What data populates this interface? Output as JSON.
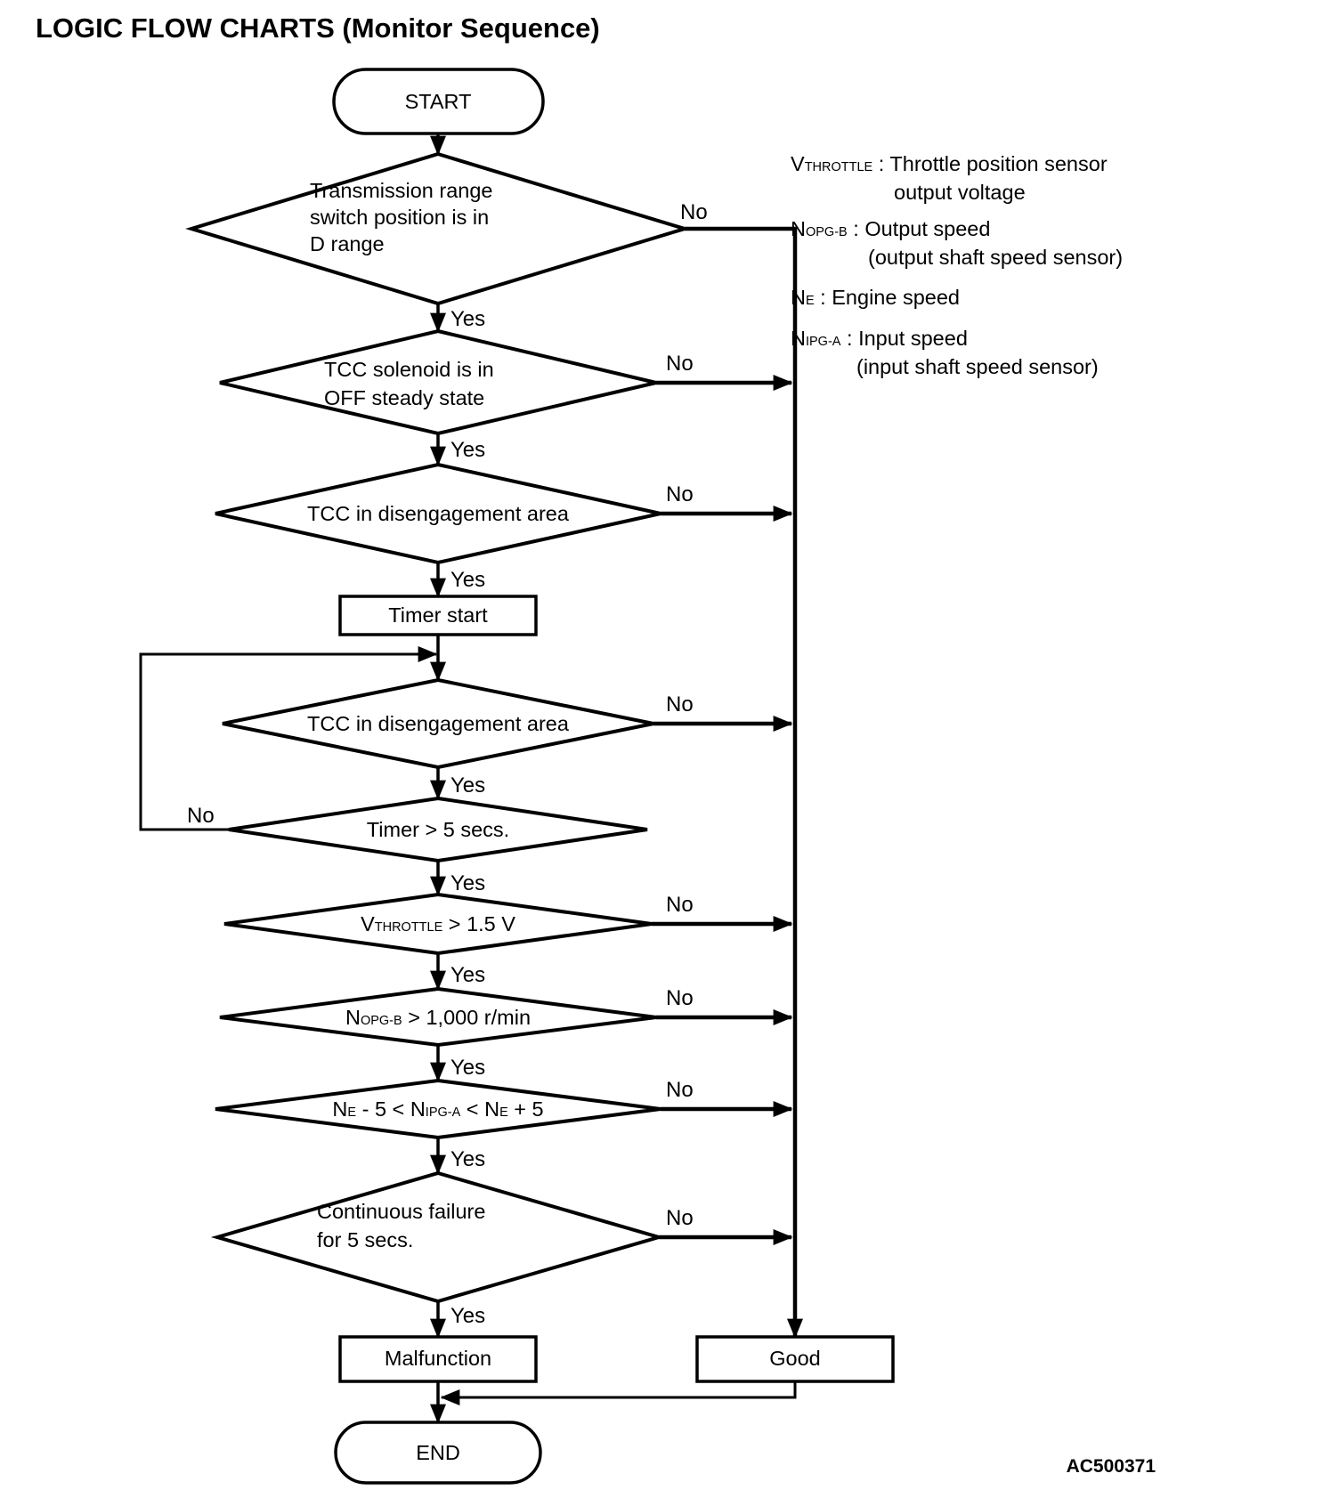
{
  "title": "LOGIC FLOW CHARTS (Monitor Sequence)",
  "figure_code": "AC500371",
  "labels": {
    "yes": "Yes",
    "no": "No"
  },
  "flow": {
    "start": "START",
    "d1_lines": [
      "Transmission range",
      "switch position is in",
      "D range"
    ],
    "d2_lines": [
      "TCC solenoid is in",
      "OFF steady state"
    ],
    "d3": "TCC in disengagement area",
    "timer_start": "Timer start",
    "d4": "TCC in disengagement area",
    "d5": "Timer > 5 secs.",
    "d6_parts": [
      "V",
      "THROTTLE",
      " > 1.5 V"
    ],
    "d7_parts": [
      "N",
      "OPG-B",
      " > 1,000 r/min"
    ],
    "d8_parts": [
      "N",
      "E",
      " - 5 < ",
      "N",
      "IPG-A",
      " < ",
      "N",
      "E",
      " + 5"
    ],
    "d9_lines": [
      "Continuous failure",
      "for 5 secs."
    ],
    "malfunction": "Malfunction",
    "good": "Good",
    "end": "END"
  },
  "legend": {
    "separator": " : ",
    "items": [
      {
        "sym": "V",
        "sub": "THROTTLE",
        "desc": "Throttle position sensor",
        "cont": "output voltage"
      },
      {
        "sym": "N",
        "sub": "OPG-B",
        "desc": "Output speed",
        "cont": "(output shaft speed sensor)"
      },
      {
        "sym": "N",
        "sub": "E",
        "desc": "Engine speed"
      },
      {
        "sym": "N",
        "sub": "IPG-A",
        "desc": "Input speed",
        "cont": "(input shaft speed sensor)"
      }
    ]
  }
}
